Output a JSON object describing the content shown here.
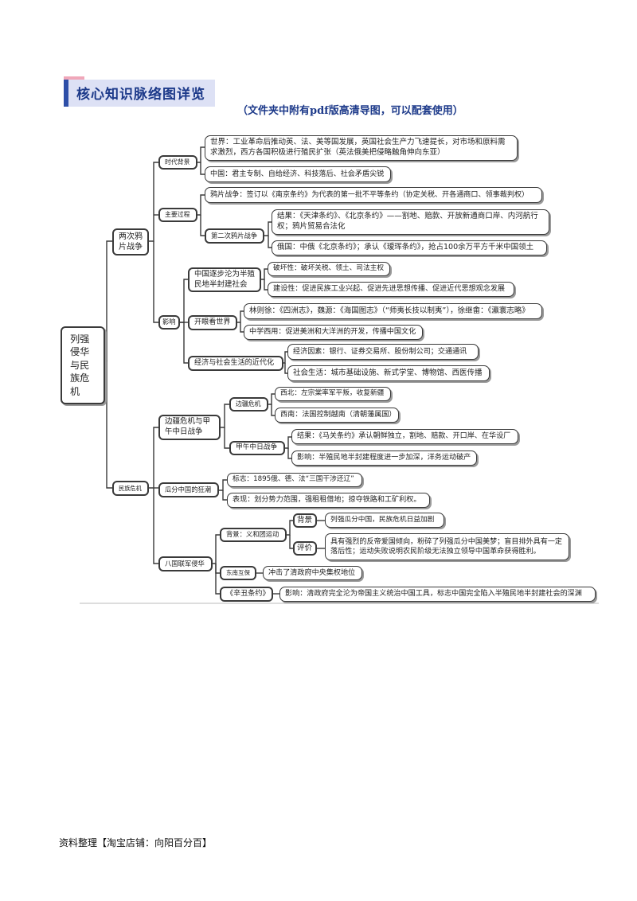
{
  "header": {
    "title": "核心知识脉络图详览",
    "subtitle": "（文件夹中附有pdf版高清导图，可以配套使用）"
  },
  "root": {
    "label": "列强侵华与民族危机"
  },
  "branches": {
    "opium_wars": {
      "label": "两次鸦片战争",
      "era": {
        "label": "时代背景",
        "world": "世界：工业革命后推动英、法、美等国发展，英国社会生产力飞速提长，对市场和原料需求激烈，西方各国积极进行殖民扩张（英法俄美把侵略触角伸向东亚）",
        "china": "中国：君主专制、自给经济、科技落后、社会矛盾尖锐"
      },
      "process": {
        "label": "主要过程",
        "first_war": "鸦片战争：签订以《南京条约》为代表的第一批不平等条约（协定关税、开各通商口、领事裁判权）",
        "second_war": {
          "label": "第二次鸦片战争",
          "result": "结果：《天津条约》、《北京条约》——割地、赔款、开放新通商口岸、内河航行权；鸦片贸易合法化",
          "russia": "俄国：中俄《北京条约》；承认《瑷珲条约》，抢占100余万平方千米中国领土"
        }
      },
      "impact": {
        "label": "影响",
        "semi_colonial": {
          "label": "中国逐步沦为半殖民地半封建社会",
          "destructive": "破坏性：破坏关税、领土、司法主权",
          "constructive": "建设性：促进民族工业兴起、促进先进思想传播、促进近代思想观念发展"
        },
        "open_eyes": {
          "label": "开眼看世界",
          "people": "林则徐：《四洲志》，魏源：《海国图志》（“师夷长技以制夷”），徐继畬：《瀛寰志略》",
          "zhong_ti": "中学西用：促进美洲和大洋洲的开发，传播中国文化"
        },
        "economy": {
          "label": "经济与社会生活的近代化",
          "economic": "经济因素：银行、证券交易所、股份制公司；交通通讯",
          "social": "社会生活：城市基础设施、新式学堂、博物馆、西医传播"
        }
      }
    },
    "national_crisis": {
      "label": "民族危机",
      "border": {
        "label": "边疆危机与甲午中日战争",
        "frontier": {
          "label": "边疆危机",
          "northwest": "西北：左宗棠率军平叛，收复新疆",
          "southwest": "西南：法国控制越南（清朝藩属国）"
        },
        "sino_japanese": {
          "label": "甲午中日战争",
          "result": "结果：《马关条约》承认朝鲜独立，割地、赔款、开口岸、在华设厂",
          "impact": "影响：半殖民地半封建程度进一步加深，洋务运动破产"
        }
      },
      "partition": {
        "label": "瓜分中国的狂潮",
        "sign": "标志：1895俄、德、法“三国干涉还辽”",
        "performance": "表现：划分势力范围，强租租借地；掠夺铁路和工矿利权。"
      },
      "eight_nations": {
        "label": "八国联军侵华",
        "boxer": {
          "label": "背景：义和团运动",
          "bg_label": "背景",
          "bg_text": "列强瓜分中国，民族危机日益加剧",
          "eval_label": "评价",
          "eval_text": "具有强烈的反帝爱国倾向，粉碎了列强瓜分中国美梦；盲目排外具有一定落后性；运动失败说明农民阶级无法独立领导中国革命获得胜利。"
        },
        "southeast": {
          "label": "东南互保",
          "text": "冲击了清政府中央集权地位"
        },
        "xinchou": {
          "label": "《辛丑条约》",
          "text": "影响：清政府完全沦为帝国主义统治中国工具，标志中国完全陷入半殖民地半封建社会的深渊"
        }
      }
    }
  },
  "footer": {
    "text": "资料整理【淘宝店铺：向阳百分百】"
  }
}
